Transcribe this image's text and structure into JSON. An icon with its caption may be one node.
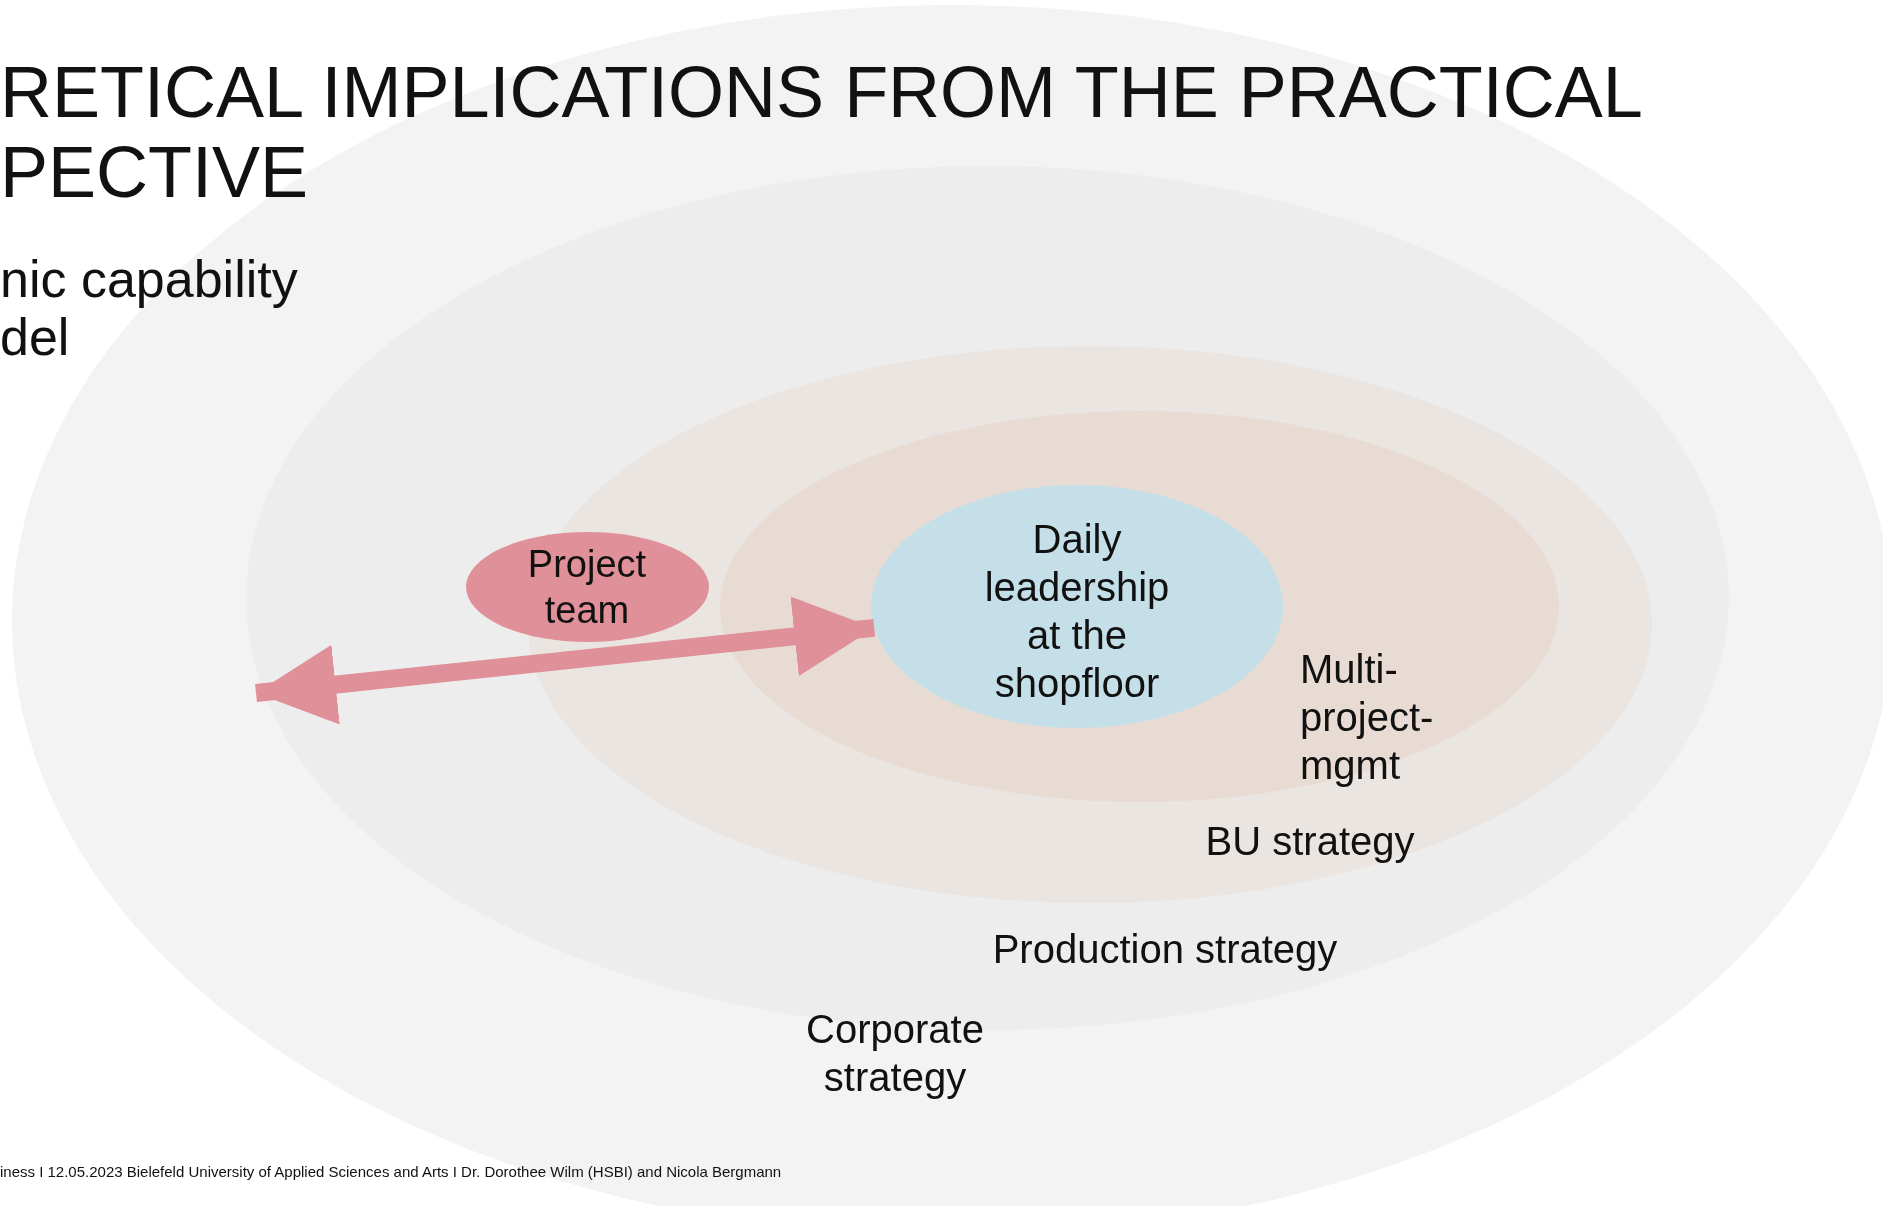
{
  "diagram": {
    "title": "RETICAL IMPLICATIONS FROM THE PRACTICAL PECTIVE",
    "nodes": [
      {
        "text": [
          "Corporate strategy"
        ]
      },
      {
        "text": [
          "Production strategy"
        ],
        "in": 0
      },
      {
        "text": [
          "BU strategy"
        ],
        "in": 1
      },
      {
        "text": [
          "Multi-project-mgmt"
        ],
        "in": 2
      },
      {
        "text": [
          "Daily leadership at the shopfloor"
        ],
        "in": 3
      },
      {
        "text": [
          "Project team"
        ],
        "in": 1
      }
    ],
    "edges": [
      {
        "from": null,
        "to": 4,
        "arrow": "both"
      }
    ],
    "labels": [
      "nic capability del",
      "iness I 12.05.2023 Bielefeld University of Applied Sciences and Arts I Dr. Dorothee Wilm (HSBI) and Nicola Bergmann"
    ]
  }
}
